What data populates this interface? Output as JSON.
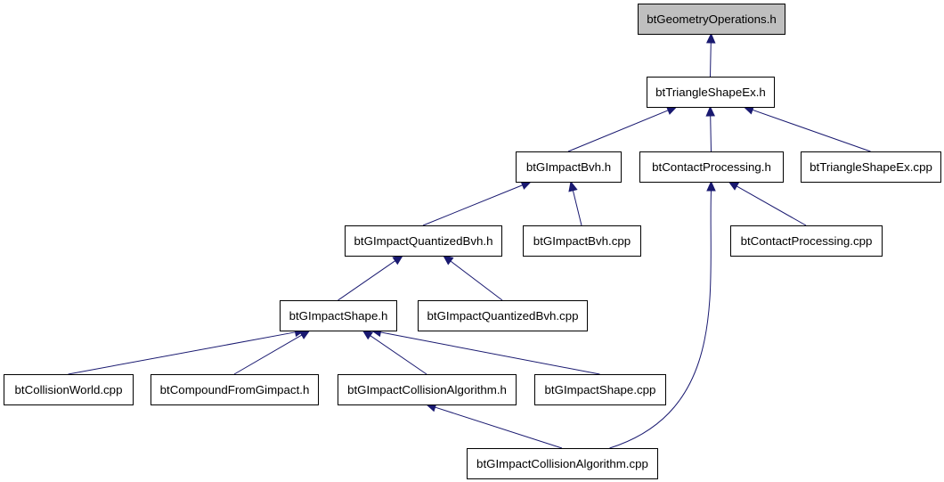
{
  "diagram": {
    "colors": {
      "edge": "#191970",
      "root_fill": "#bfbfbf",
      "node_fill": "#ffffff",
      "node_border": "#000000"
    },
    "nodes": [
      {
        "id": "btGeometryOperations_h",
        "label": "btGeometryOperations.h",
        "root": true
      },
      {
        "id": "btTriangleShapeEx_h",
        "label": "btTriangleShapeEx.h"
      },
      {
        "id": "btGImpactBvh_h",
        "label": "btGImpactBvh.h"
      },
      {
        "id": "btContactProcessing_h",
        "label": "btContactProcessing.h"
      },
      {
        "id": "btTriangleShapeEx_cpp",
        "label": "btTriangleShapeEx.cpp"
      },
      {
        "id": "btGImpactQuantizedBvh_h",
        "label": "btGImpactQuantizedBvh.h"
      },
      {
        "id": "btGImpactBvh_cpp",
        "label": "btGImpactBvh.cpp"
      },
      {
        "id": "btContactProcessing_cpp",
        "label": "btContactProcessing.cpp"
      },
      {
        "id": "btGImpactShape_h",
        "label": "btGImpactShape.h"
      },
      {
        "id": "btGImpactQuantizedBvh_cpp",
        "label": "btGImpactQuantizedBvh.cpp"
      },
      {
        "id": "btCollisionWorld_cpp",
        "label": "btCollisionWorld.cpp"
      },
      {
        "id": "btCompoundFromGimpact_h",
        "label": "btCompoundFromGimpact.h"
      },
      {
        "id": "btGImpactCollisionAlgorithm_h",
        "label": "btGImpactCollisionAlgorithm.h"
      },
      {
        "id": "btGImpactShape_cpp",
        "label": "btGImpactShape.cpp"
      },
      {
        "id": "btGImpactCollisionAlgorithm_cpp",
        "label": "btGImpactCollisionAlgorithm.cpp"
      }
    ],
    "edges": [
      {
        "from": "btTriangleShapeEx_h",
        "to": "btGeometryOperations_h"
      },
      {
        "from": "btGImpactBvh_h",
        "to": "btTriangleShapeEx_h"
      },
      {
        "from": "btContactProcessing_h",
        "to": "btTriangleShapeEx_h"
      },
      {
        "from": "btTriangleShapeEx_cpp",
        "to": "btTriangleShapeEx_h"
      },
      {
        "from": "btGImpactQuantizedBvh_h",
        "to": "btGImpactBvh_h"
      },
      {
        "from": "btGImpactBvh_cpp",
        "to": "btGImpactBvh_h"
      },
      {
        "from": "btContactProcessing_cpp",
        "to": "btContactProcessing_h"
      },
      {
        "from": "btGImpactCollisionAlgorithm_cpp",
        "to": "btContactProcessing_h"
      },
      {
        "from": "btGImpactShape_h",
        "to": "btGImpactQuantizedBvh_h"
      },
      {
        "from": "btGImpactQuantizedBvh_cpp",
        "to": "btGImpactQuantizedBvh_h"
      },
      {
        "from": "btCollisionWorld_cpp",
        "to": "btGImpactShape_h"
      },
      {
        "from": "btCompoundFromGimpact_h",
        "to": "btGImpactShape_h"
      },
      {
        "from": "btGImpactCollisionAlgorithm_h",
        "to": "btGImpactShape_h"
      },
      {
        "from": "btGImpactShape_cpp",
        "to": "btGImpactShape_h"
      },
      {
        "from": "btGImpactCollisionAlgorithm_cpp",
        "to": "btGImpactCollisionAlgorithm_h"
      }
    ]
  }
}
